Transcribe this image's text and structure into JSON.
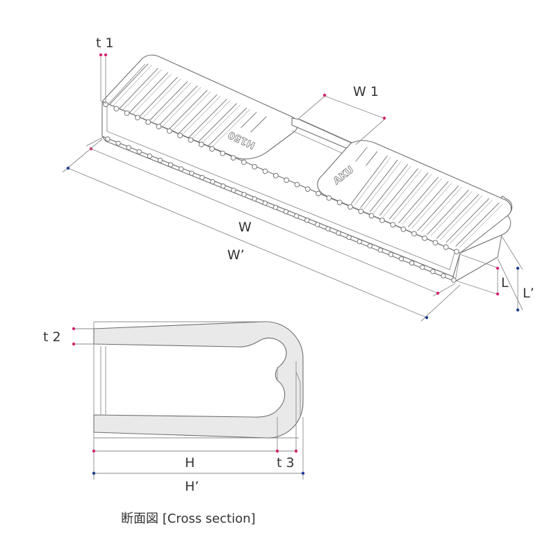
{
  "diagram": {
    "labels": {
      "t1": "t 1",
      "w1": "W 1",
      "w": "W",
      "w_prime": "W’",
      "l": "L",
      "l_prime": "L’",
      "t2": "t 2",
      "h": "H",
      "t3": "t 3",
      "h_prime": "H’"
    },
    "caption": "断面図 [Cross section]",
    "embossed_text": {
      "left_pad": "H150",
      "right_pad": "AKU"
    },
    "colors": {
      "marker_magenta": "#d6246e",
      "marker_blue": "#1f3f8f",
      "outline": "#6e6e6e",
      "section_fill": "#e9e9e9"
    }
  }
}
